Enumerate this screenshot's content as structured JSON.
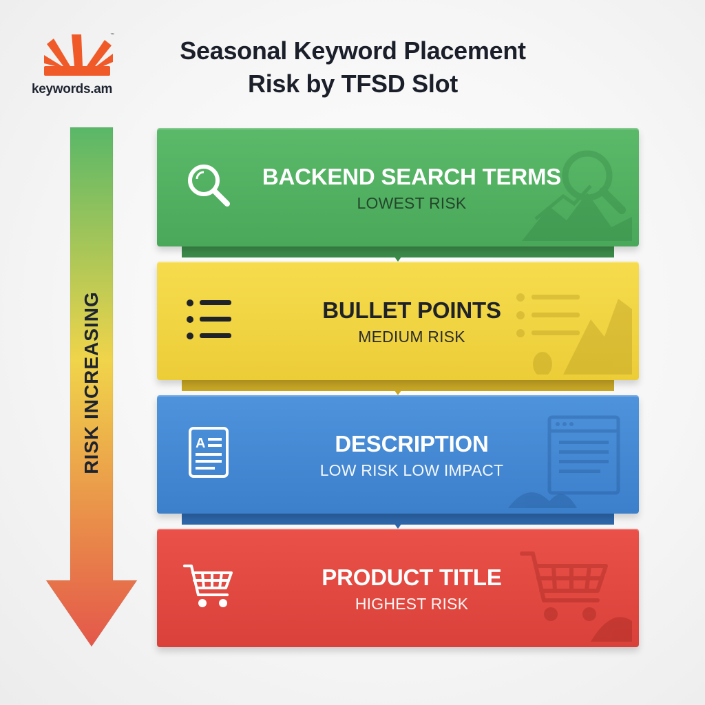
{
  "logo": {
    "text": "keywords.am",
    "tm": "™",
    "brand_color": "#f05a28"
  },
  "title": {
    "line1": "Seasonal Keyword Placement",
    "line2": "Risk by TFSD Slot"
  },
  "risk_axis": {
    "label": "RISK INCREASING",
    "gradient": [
      "#5cb86a",
      "#f2d44a",
      "#e85a4a"
    ],
    "direction": "down"
  },
  "tiers": [
    {
      "name": "BACKEND SEARCH TERMS",
      "risk": "LOWEST RISK",
      "color": "#52b063",
      "icon": "magnifier-icon",
      "rank": 1
    },
    {
      "name": "BULLET POINTS",
      "risk": "MEDIUM RISK",
      "color": "#f1d443",
      "icon": "list-icon",
      "rank": 2
    },
    {
      "name": "DESCRIPTION",
      "risk": "LOW RISK LOW IMPACT",
      "color": "#4589d4",
      "icon": "document-icon",
      "rank": 3
    },
    {
      "name": "PRODUCT TITLE",
      "risk": "HIGHEST RISK",
      "color": "#e14a42",
      "icon": "shopping-cart-icon",
      "rank": 4
    }
  ]
}
